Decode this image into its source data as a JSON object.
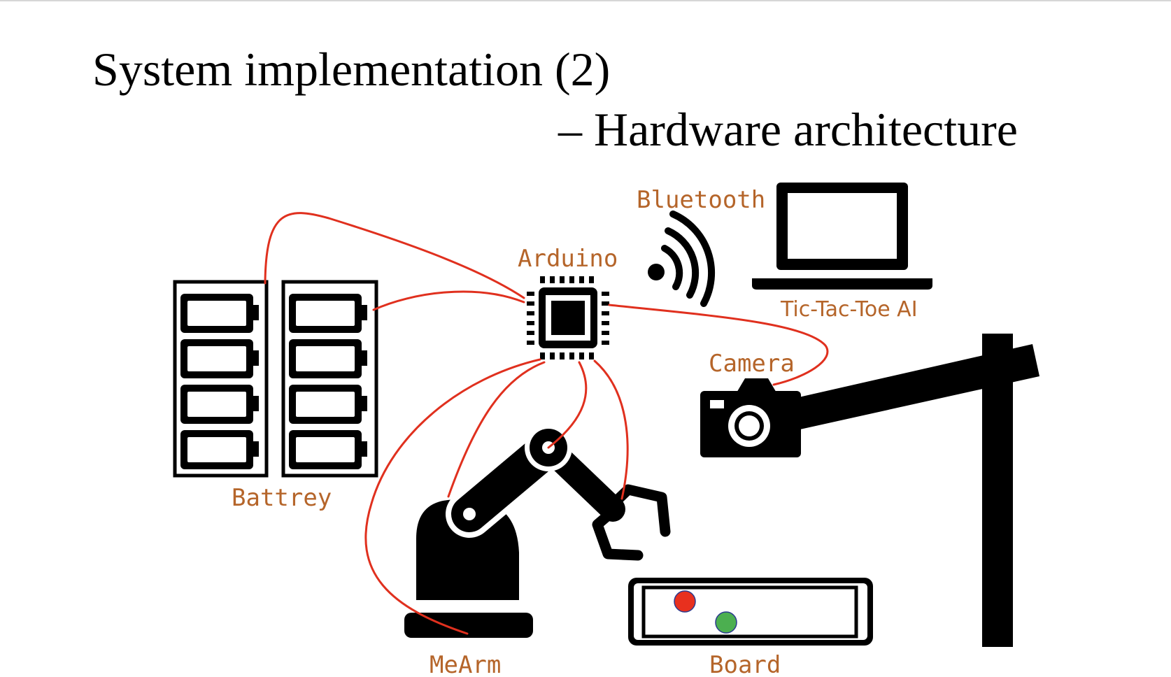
{
  "slide": {
    "title_line1": "System implementation (2)",
    "title_line2": "– Hardware architecture"
  },
  "labels": {
    "bluetooth": "Bluetooth",
    "arduino": "Arduino",
    "ai": "Tic-Tac-Toe AI",
    "camera": "Camera",
    "battery": "Battrey",
    "mearm": "MeArm",
    "board": "Board"
  },
  "icons": [
    "battery-pack-icon",
    "microchip-icon",
    "wifi-signal-icon",
    "laptop-icon",
    "camera-icon",
    "camera-stand-icon",
    "robot-arm-icon",
    "game-board-icon"
  ],
  "colors": {
    "label_text": "#b5652a",
    "wire": "#e0301e",
    "token_red": "#e8301e",
    "token_green": "#4caf50",
    "icon": "#000000"
  }
}
